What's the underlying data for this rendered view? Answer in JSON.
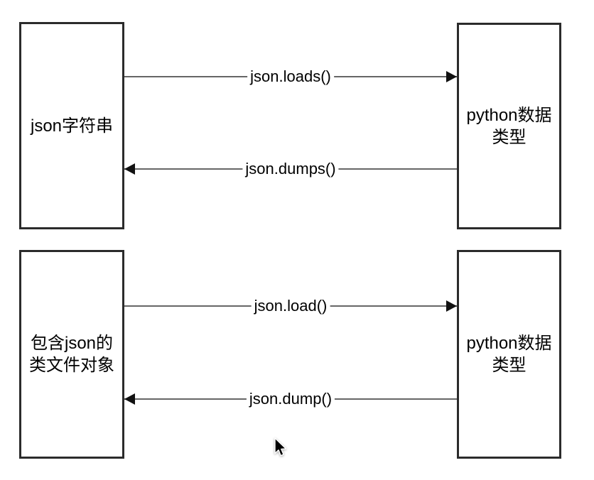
{
  "colors": {
    "box_border": "#2b2b2b",
    "arrow_line": "#666666",
    "arrowhead": "#111111",
    "label_text": "#000000",
    "background": "#ffffff"
  },
  "top_row": {
    "left_box": {
      "lines": [
        "json字符串"
      ]
    },
    "right_box": {
      "lines": [
        "python数据",
        "类型"
      ]
    },
    "forward_arrow": {
      "label": "json.loads()"
    },
    "backward_arrow": {
      "label": "json.dumps()"
    }
  },
  "bottom_row": {
    "left_box": {
      "lines": [
        "包含json的",
        "类文件对象"
      ]
    },
    "right_box": {
      "lines": [
        "python数据",
        "类型"
      ]
    },
    "forward_arrow": {
      "label": "json.load()"
    },
    "backward_arrow": {
      "label": "json.dump()"
    }
  },
  "cursor": {
    "icon": "mouse-pointer-icon"
  }
}
